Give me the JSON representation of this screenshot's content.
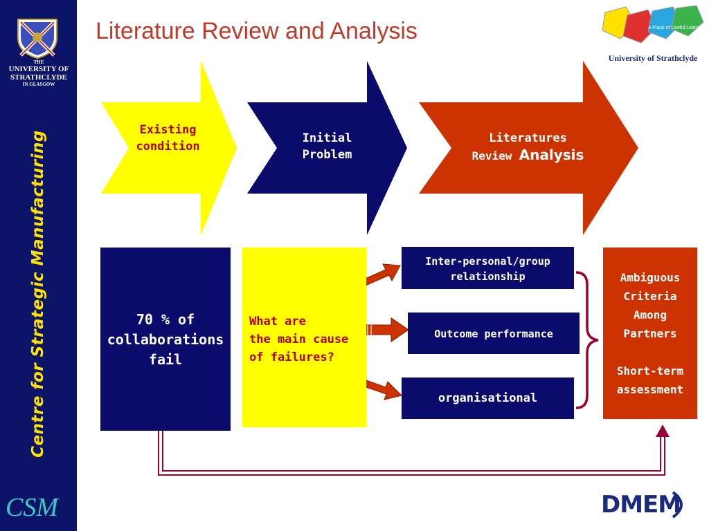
{
  "slide": {
    "title": "Literature Review and Analysis",
    "sidebar_title": "Centre for Strategic Manufacturing",
    "university_lines": [
      "THE",
      "UNIVERSITY OF",
      "STRATHCLYDE",
      "IN GLASGOW"
    ],
    "logo_caption": "University of Strathclyde",
    "logo_tagline": "A Place of Useful Learning",
    "footer_logo_left": "CSM",
    "footer_logo_right": "DMEM"
  },
  "arrows": [
    {
      "lines": [
        "Existing",
        "condition"
      ],
      "fill": "#ffff00",
      "text_color": "#b00000"
    },
    {
      "lines": [
        "Initial",
        "Problem"
      ],
      "fill": "#0b0b6b",
      "text_color": "#ffffff"
    },
    {
      "lines": [
        "Literatures",
        "Review",
        "Analysis"
      ],
      "fill": "#cc3300",
      "text_color": "#ffffff"
    }
  ],
  "boxes": {
    "collab": {
      "lines": [
        "70 % of",
        "collaborations",
        "fail"
      ],
      "fill": "#0b0b6b",
      "text_color": "#ffffff"
    },
    "question": {
      "lines": [
        "What are",
        "the main cause",
        "of failures?"
      ],
      "fill": "#ffff00",
      "text_color": "#b00000"
    },
    "causes": [
      {
        "lines": [
          "Inter-personal/group",
          "relationship"
        ]
      },
      {
        "lines": [
          "Outcome performance"
        ]
      },
      {
        "lines": [
          "organisational"
        ]
      }
    ],
    "findings": {
      "lines": [
        "Ambiguous",
        "Criteria",
        "Among",
        "Partners",
        "",
        "Short-term",
        "assessment"
      ],
      "fill": "#cc3300",
      "text_color": "#ffffff"
    }
  },
  "colors": {
    "navy": "#0b1466",
    "title_red": "#c0392b",
    "connector": "#990033",
    "yellow_text": "#ffe100"
  }
}
